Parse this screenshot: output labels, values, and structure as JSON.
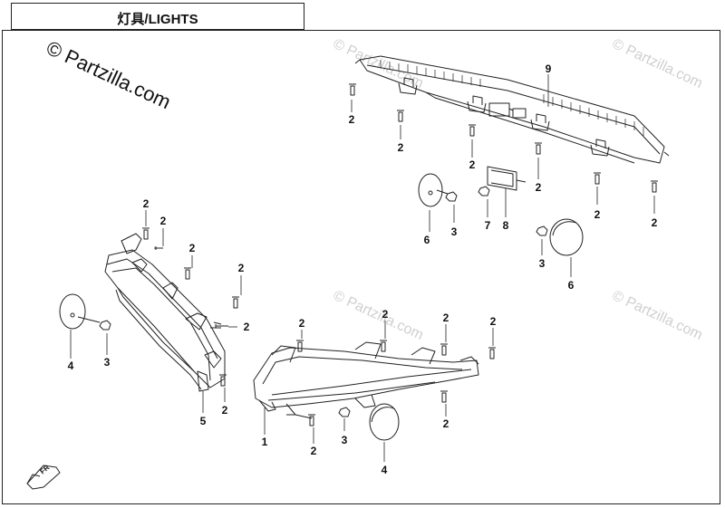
{
  "title": "灯具/LIGHTS",
  "watermark": {
    "main": "© Partzilla.com",
    "faint": "© Partzilla.com"
  },
  "callouts": {
    "c1": "1",
    "c2": "2",
    "c3": "3",
    "c4": "4",
    "c5": "5",
    "c6": "6",
    "c7": "7",
    "c8": "8",
    "c9": "9"
  },
  "direction_badge": "FR",
  "colors": {
    "line": "#222222",
    "watermark": "#cfcfcf"
  }
}
